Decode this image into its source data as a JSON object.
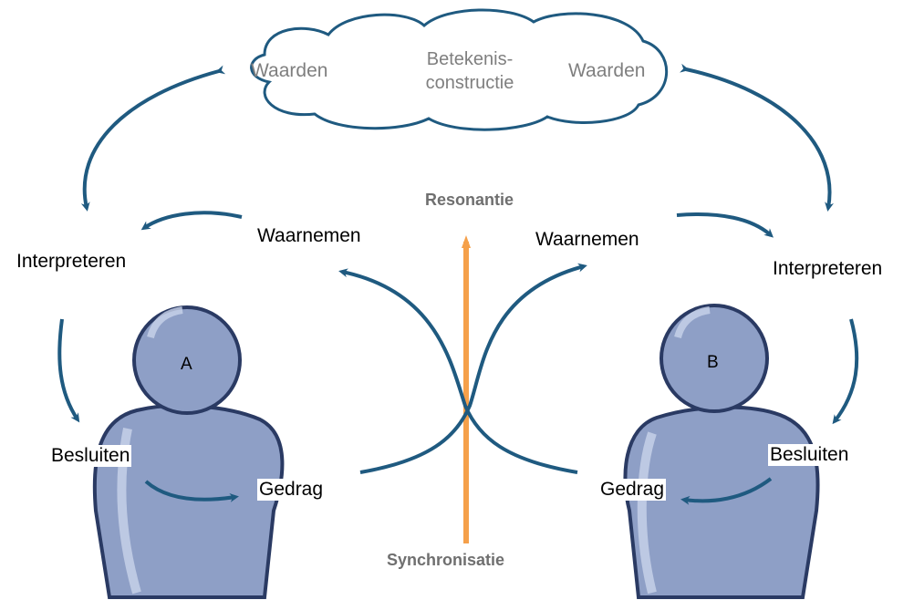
{
  "cloud": {
    "left_label": "Waarden",
    "center_label_line1": "Betekenis-",
    "center_label_line2": "constructie",
    "right_label": "Waarden"
  },
  "axis": {
    "top_label": "Resonantie",
    "bottom_label": "Synchronisatie"
  },
  "person_a": {
    "letter": "A",
    "perceive": "Waarnemen",
    "interpret": "Interpreteren",
    "decide": "Besluiten",
    "behave": "Gedrag"
  },
  "person_b": {
    "letter": "B",
    "perceive": "Waarnemen",
    "interpret": "Interpreteren",
    "decide": "Besluiten",
    "behave": "Gedrag"
  },
  "colors": {
    "arrow": "#1f5a80",
    "axis": "#f5a04a",
    "figure_fill": "#8e9fc6",
    "figure_stroke": "#2a3a63",
    "cloud_stroke": "#1f5a80",
    "muted_text": "#7f7f7f"
  }
}
